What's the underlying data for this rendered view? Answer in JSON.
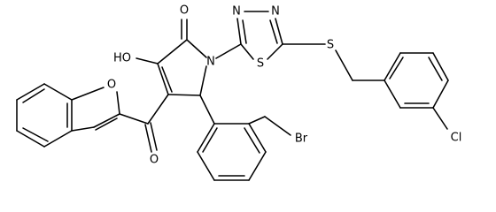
{
  "atoms": {
    "o_carbonyl_top": "O",
    "ho": "HO",
    "n_pyrrole": "N",
    "n_thiadiazole_left": "N",
    "n_thiadiazole_right": "N",
    "s_ring": "S",
    "s_thioether": "S",
    "o_furan": "O",
    "o_ketone": "O",
    "br": "Br",
    "cl": "Cl"
  }
}
